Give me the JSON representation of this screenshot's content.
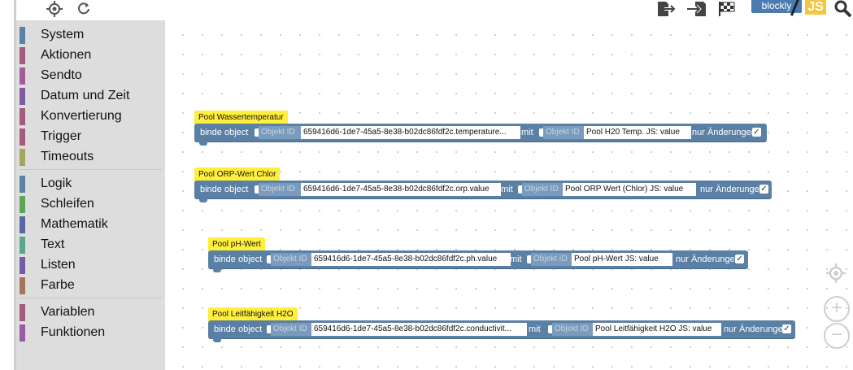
{
  "toolbar": {
    "center_icon": "crosshair-icon",
    "refresh_icon": "refresh-icon",
    "export_icon": "export-icon",
    "import_icon": "import-icon",
    "flag_icon": "checkered-flag-icon",
    "mode_blockly": "blockly",
    "mode_js": "JS",
    "search_icon": "search-icon"
  },
  "sidebar": {
    "groups": [
      {
        "label": "System",
        "color": "#5b80a5"
      },
      {
        "label": "Aktionen",
        "color": "#a55b80"
      },
      {
        "label": "Sendto",
        "color": "#a55b99"
      },
      {
        "label": "Datum und Zeit",
        "color": "#7f5ba5"
      },
      {
        "label": "Konvertierung",
        "color": "#a55b80"
      },
      {
        "label": "Trigger",
        "color": "#a55b80"
      },
      {
        "label": "Timeouts",
        "color": "#a5a55b"
      },
      {
        "label": "Logik",
        "color": "#5b80a5"
      },
      {
        "label": "Schleifen",
        "color": "#5ba55b"
      },
      {
        "label": "Mathematik",
        "color": "#5b67a5"
      },
      {
        "label": "Text",
        "color": "#5ba58c"
      },
      {
        "label": "Listen",
        "color": "#745ba5"
      },
      {
        "label": "Farbe",
        "color": "#a5745b"
      },
      {
        "label": "Variablen",
        "color": "#a55b80"
      },
      {
        "label": "Funktionen",
        "color": "#995ba5"
      }
    ]
  },
  "blocks": [
    {
      "comment": "Pool Wassertemperatur",
      "bind": "binde object",
      "tag": "Objekt ID",
      "source": "659416d6-1de7-45a5-8e38-b02dc86fdf2c.temperature...",
      "mit": "mit",
      "target": "Pool H20 Temp. JS: value",
      "only_changes": "nur Änderungen",
      "checked": "✓"
    },
    {
      "comment": "Pool ORP-Wert Chlor",
      "bind": "binde object",
      "tag": "Objekt ID",
      "source": "659416d6-1de7-45a5-8e38-b02dc86fdf2c.orp.value",
      "mit": "mit",
      "target": "Pool ORP Wert (Chlor) JS: value",
      "only_changes": "nur Änderungen",
      "checked": "✓"
    },
    {
      "comment": "Pool pH-Wert",
      "bind": "binde object",
      "tag": "Objekt ID",
      "source": "659416d6-1de7-45a5-8e38-b02dc86fdf2c.ph.value",
      "mit": "mit",
      "target": "Pool pH-Wert JS: value",
      "only_changes": "nur Änderungen",
      "checked": "✓"
    },
    {
      "comment": "Pool Leitfähigkeit H2O",
      "bind": "binde object",
      "tag": "Objekt ID",
      "source": "659416d6-1de7-45a5-8e38-b02dc86fdf2c.conductivit...",
      "mit": "mit",
      "target": "Pool Leitfähigkeit H2O JS: value",
      "only_changes": "nur Änderungen",
      "checked": "✓"
    }
  ],
  "zoom": {
    "center_icon": "crosshair-icon",
    "zoom_in": "+",
    "zoom_out": "−"
  }
}
